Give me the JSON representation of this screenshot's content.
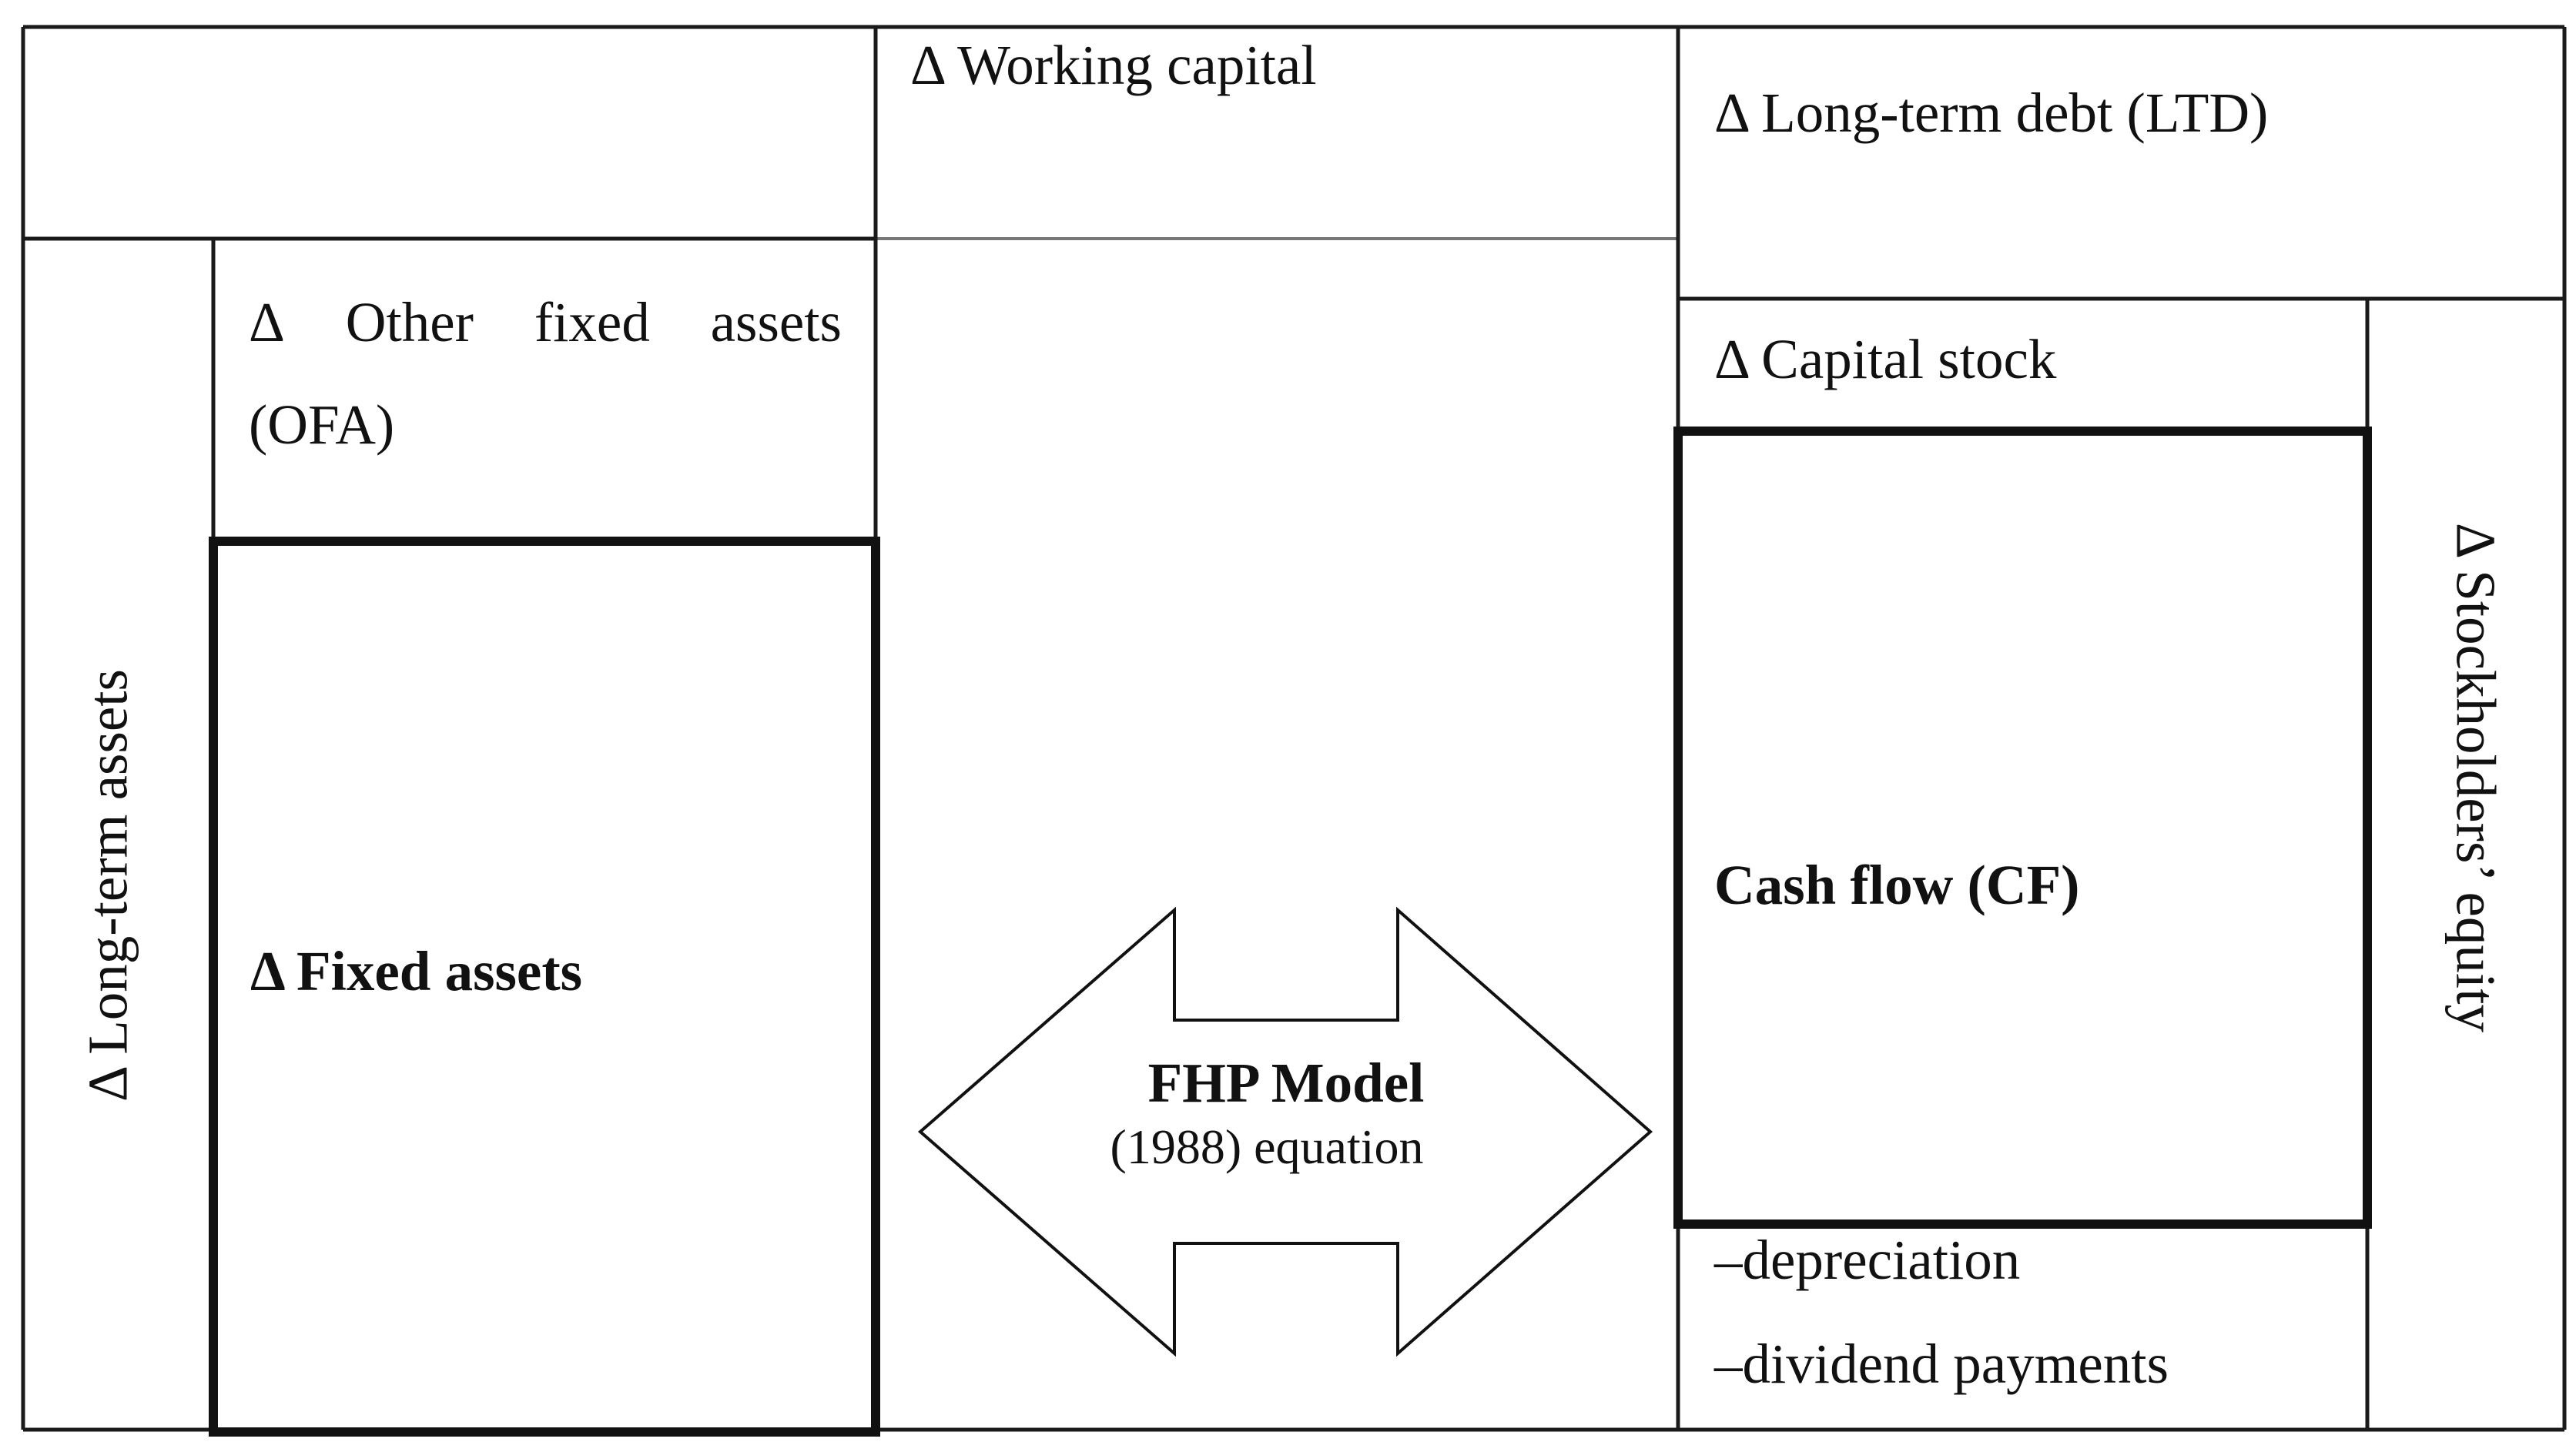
{
  "diagram": {
    "working_capital": "Δ Working capital",
    "long_term_debt": "Δ Long-term debt (LTD)",
    "other_fixed_assets": {
      "delta": "Δ",
      "word1": "Other",
      "word2": "fixed",
      "word3": "assets",
      "line2": "(OFA)"
    },
    "capital_stock": "Δ Capital stock",
    "long_term_assets": "Δ Long-term assets",
    "stockholders_equity": "Δ Stockholders’ equity",
    "fixed_assets": "Δ Fixed assets",
    "cash_flow": "Cash flow (CF)",
    "depreciation": "–depreciation",
    "dividend_payments": "–dividend payments",
    "model_title": "FHP Model",
    "model_subtitle": "(1988) equation"
  }
}
